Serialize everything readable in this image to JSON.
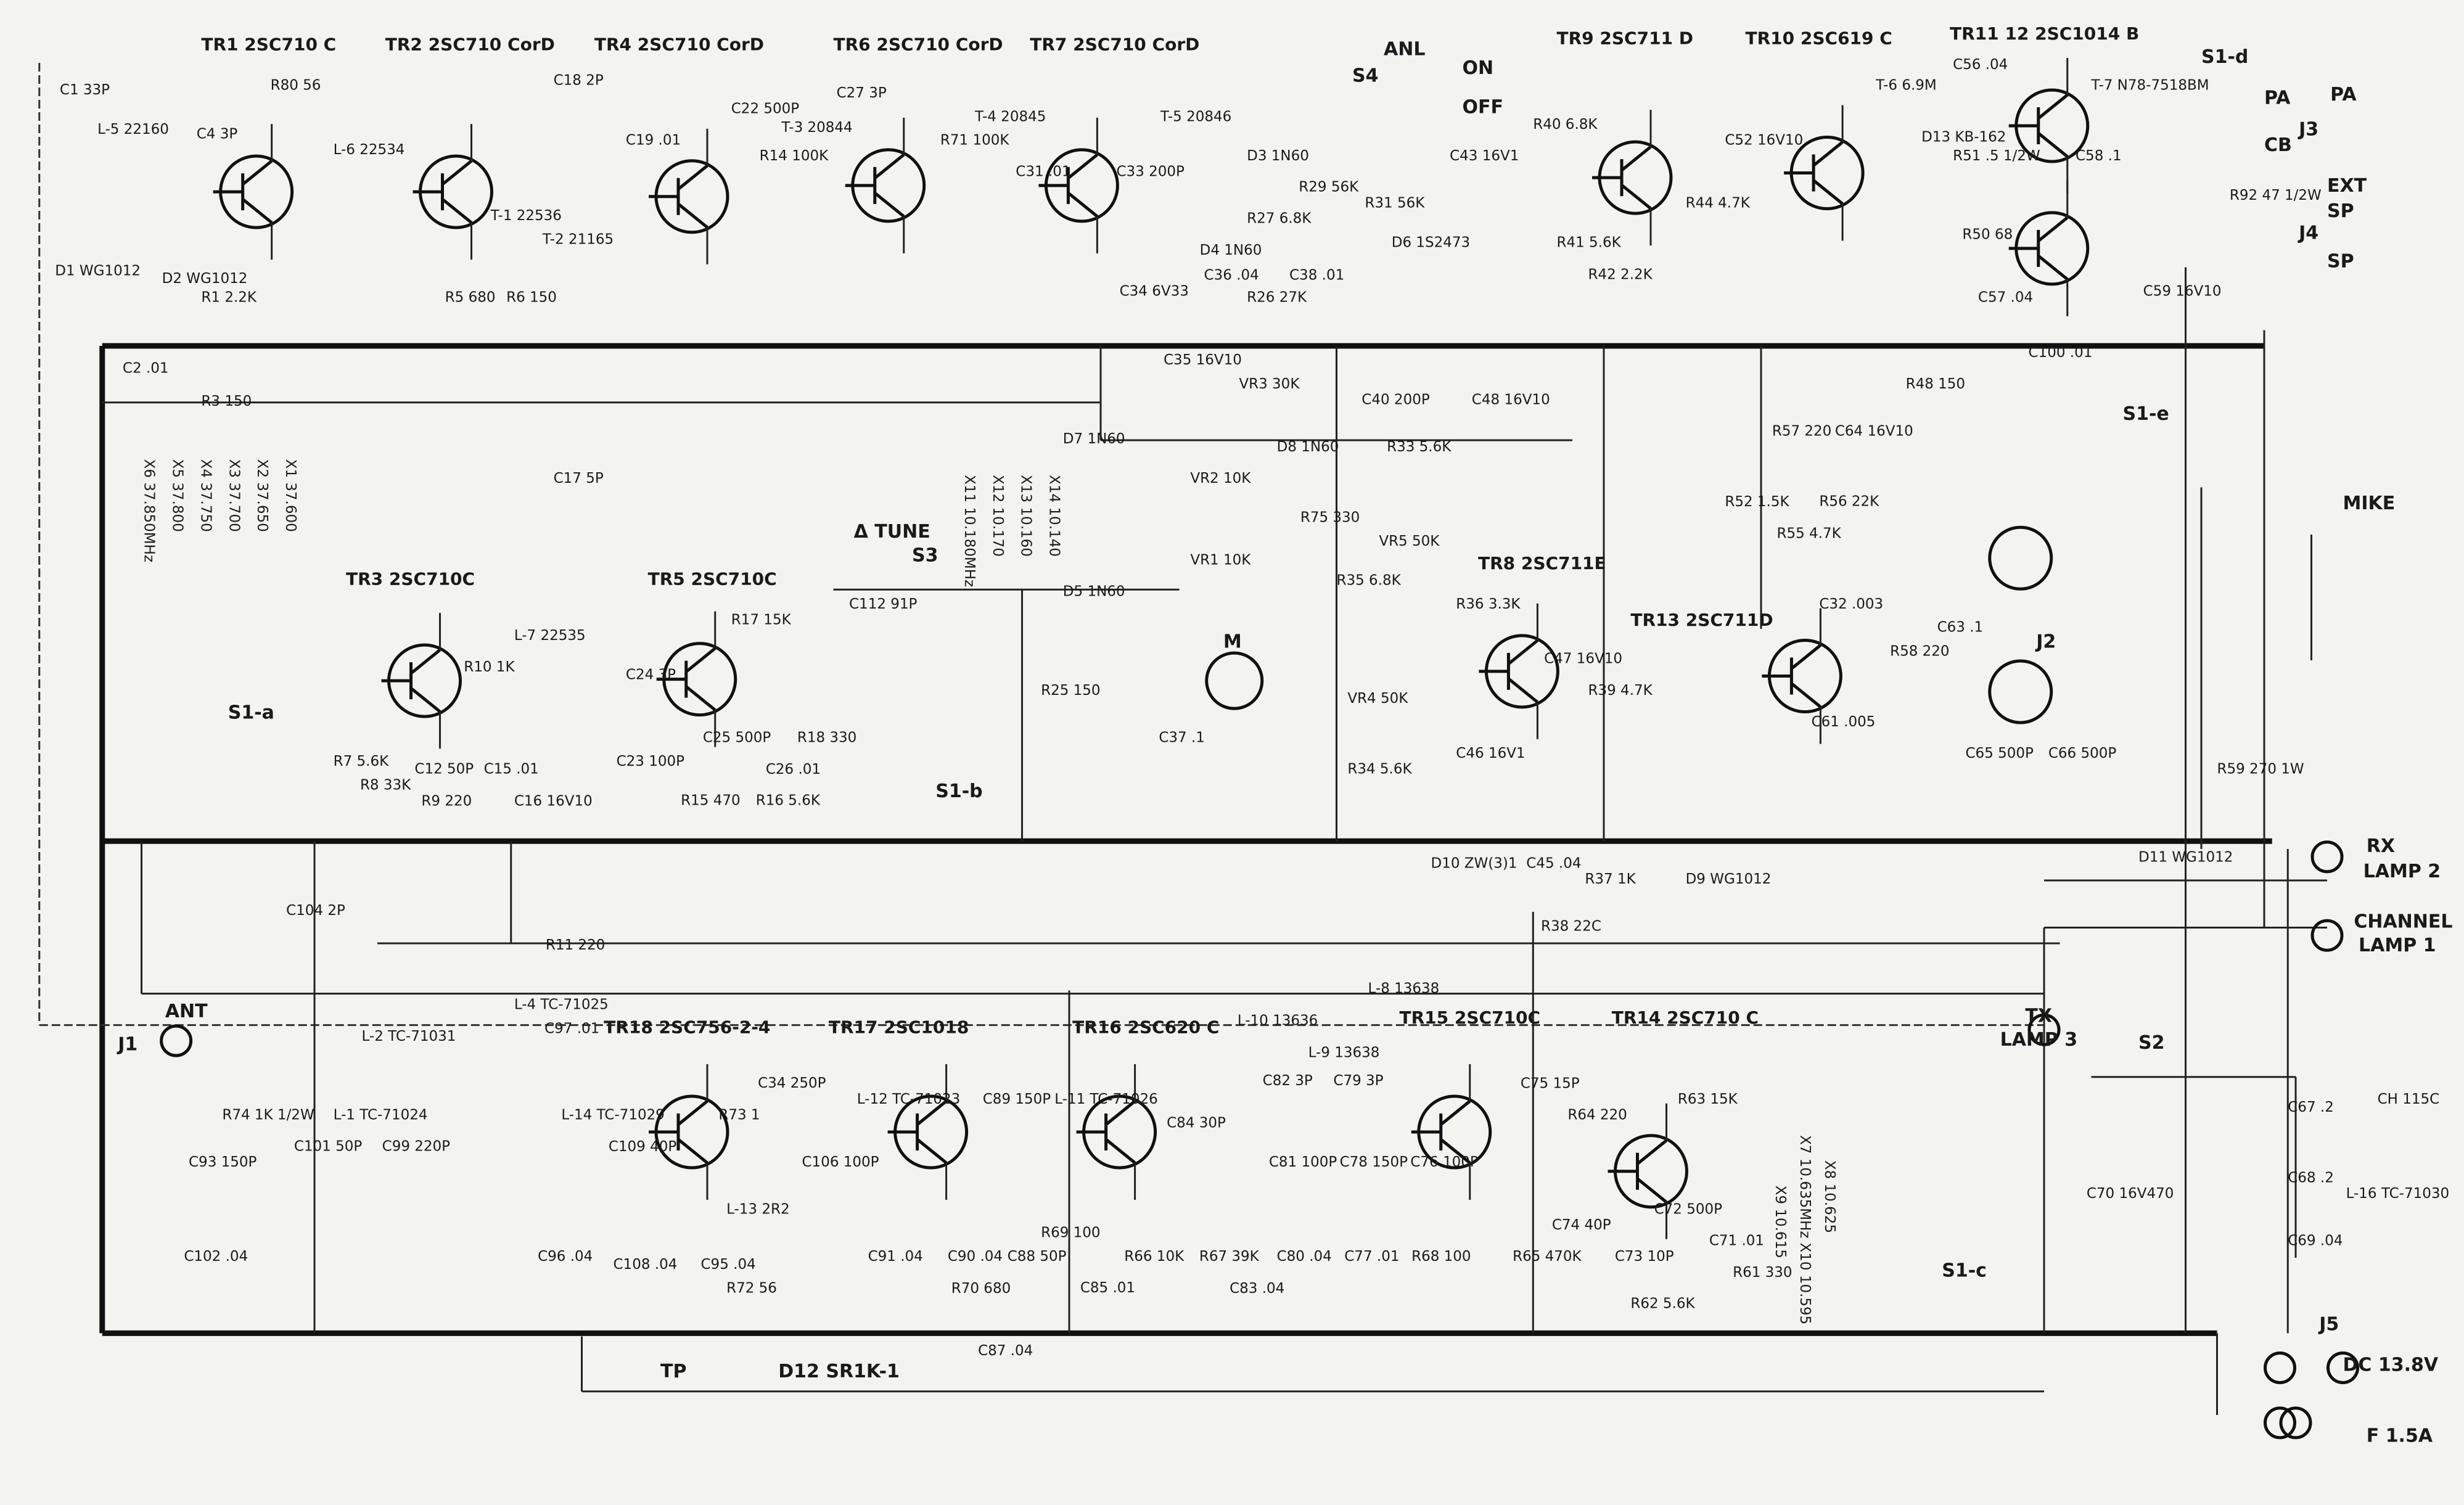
{
  "transistors": [
    "TR1 2SC710 C",
    "TR2 2SC710 CorD",
    "TR4 2SC710 CorD",
    "TR6 2SC710 CorD",
    "TR7 2SC710 CorD",
    "TR9 2SC711 D",
    "TR10 2SC619 C",
    "TR11 12 2SC1014 B",
    "TR3 2SC710C",
    "TR5 2SC710C",
    "TR8 2SC711E",
    "TR13 2SC711D",
    "TR18 2SC756-2-4",
    "TR17 2SC1018",
    "TR16 2SC620 C",
    "TR15 2SC710C",
    "TR14 2SC710 C"
  ],
  "connectors": [
    "ANL",
    "S4",
    "ON",
    "OFF",
    "MIKE",
    "J2",
    "RX",
    "LAMP 2",
    "CHANNEL",
    "LAMP 1",
    "TX",
    "LAMP 3",
    "ANT",
    "J1",
    "J5",
    "DC 13.8V",
    "F 1.5A",
    "PA",
    "J3",
    "EXT",
    "SP",
    "J4",
    "SP",
    "S1-d",
    "PA",
    "CB",
    "S1-e",
    "S1-a",
    "S1-b",
    "S1-c",
    "S2",
    "S3",
    "Δ TUNE",
    "M",
    "TP",
    "D12 SR1K-1"
  ],
  "components": [
    "C1 33P",
    "L-5 22160",
    "D1 WG1012",
    "D2 WG1012",
    "C4 3P",
    "R80 56",
    "L-6 22534",
    "R1 2.2K",
    "C18 2P",
    "T-1 22536",
    "T-2 21165",
    "C19 .01",
    "R5 680",
    "R6 150",
    "C22 500P",
    "R14 100K",
    "T-3 20844",
    "C27 3P",
    "R71 100K",
    "T-4 20845",
    "C31 .01",
    "C33 200P",
    "T-5 20846",
    "D3 1N60",
    "C34 6V33",
    "D4 1N60",
    "R27 6.8K",
    "R26 27K",
    "C36 .04",
    "C38 .01",
    "R29 56K",
    "R31 56K",
    "C43 16V1",
    "D6 1S2473",
    "R40 6.8K",
    "R41 5.6K",
    "R42 2.2K",
    "C52 16V10",
    "R44 4.7K",
    "T-6 6.9M",
    "D13 KB-162",
    "R51 .5 1/2W",
    "R50 68",
    "T-7 N78-7518BM",
    "R92 47 1/2W",
    "C56 .04",
    "C57 .04",
    "C58 .1",
    "C59 16V10",
    "C100 .01",
    "R48 150",
    "R3 150",
    "C2 .01",
    "VR3 30K",
    "C35 16V10",
    "D7 1N60",
    "D8 1N60",
    "R33 5.6K",
    "C40 200P",
    "C48 16V10",
    "C17 5P",
    "C112 91P",
    "D5 1N60",
    "VR1 10K",
    "VR2 10K",
    "R75 330",
    "VR5 50K",
    "R35 6.8K",
    "VR4 50K",
    "R36 3.3K",
    "R34 5.6K",
    "C46 16V1",
    "R39 4.7K",
    "C47 16V10",
    "D10 ZW(3)1",
    "C45 .04",
    "R37 1K",
    "R38 22C",
    "D9 WG1012",
    "D11 WG1012",
    "R52 1.5K",
    "R57 220",
    "R55 4.7K",
    "R56 22K",
    "C64 16V10",
    "C32 .003",
    "R58 220",
    "C63 .1",
    "C65 500P",
    "C66 500P",
    "R59 270 1W",
    "C61 .005",
    "R7 5.6K",
    "R8 33K",
    "C12 50P",
    "R9 220",
    "C15 .01",
    "C16 16V10",
    "L-7 22535",
    "R10 1K",
    "C23 100P",
    "C24 3P",
    "C25 500P",
    "R15 470",
    "R16 5.6K",
    "R17 15K",
    "C26 .01",
    "R18 330",
    "C37 .1",
    "R25 150",
    "C104 2P",
    "R11 220",
    "L-2 TC-71031",
    "L-4 TC-71025",
    "C97 .01",
    "L-1 TC-71024",
    "C101 50P",
    "R74 1K 1/2W",
    "C93 150P",
    "C99 220P",
    "C102 .04",
    "L-14 TC-71029",
    "C109 40P",
    "C96 .04",
    "C108 .04",
    "C95 .04",
    "R73 1",
    "C34 250P",
    "L-13 2R2",
    "R72 56",
    "C106 100P",
    "L-12 TC-71023",
    "C91 .04",
    "C90 .04",
    "R70 680",
    "C89 150P",
    "C88 50P",
    "L-11 TC-71026",
    "C87 .04",
    "R69 100",
    "C85 .01",
    "R66 10K",
    "R67 39K",
    "C84 30P",
    "L-10 13636",
    "L-9 13638",
    "L-8 13638",
    "C82 3P",
    "C79 3P",
    "C81 100P",
    "C78 150P",
    "C76 100P",
    "C83 .04",
    "C80 .04",
    "C77 .01",
    "R68 100",
    "C75 15P",
    "C74 40P",
    "R65 470K",
    "R64 220",
    "R63 15K",
    "C72 500P",
    "C73 10P",
    "R62 5.6K",
    "C71 .01",
    "R61 330",
    "C70 16V470",
    "C67 .2",
    "C68 .2",
    "C69 .04",
    "L-16 TC-71030",
    "CH 115C"
  ],
  "crystals": [
    "X6 37.850MHz",
    "X5 37.800",
    "X4 37.750",
    "X3 37.700",
    "X2 37.650",
    "X1 37.600",
    "X11 10.180MHz",
    "X12 10.170",
    "X13 10.160",
    "X14 10.140",
    "X7 10.635MHz",
    "X8 10.625",
    "X9 10.615",
    "X10 10.595"
  ]
}
